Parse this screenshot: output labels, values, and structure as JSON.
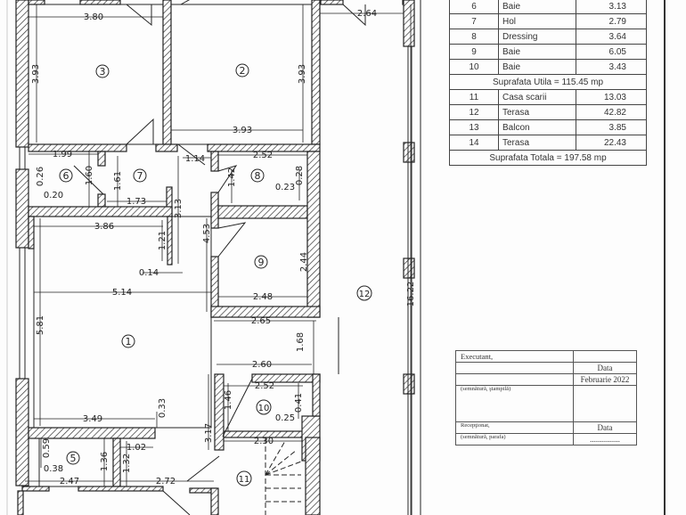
{
  "plan": {
    "rooms": [
      {
        "id": "1",
        "label": "1"
      },
      {
        "id": "2",
        "label": "2"
      },
      {
        "id": "3",
        "label": "3"
      },
      {
        "id": "5",
        "label": "5"
      },
      {
        "id": "6",
        "label": "6"
      },
      {
        "id": "7",
        "label": "7"
      },
      {
        "id": "8",
        "label": "8"
      },
      {
        "id": "9",
        "label": "9"
      },
      {
        "id": "10",
        "label": "10"
      },
      {
        "id": "11",
        "label": "11"
      },
      {
        "id": "12",
        "label": "12"
      }
    ],
    "dimensions": {
      "r3_width": "3.80",
      "r3_height": "3.93",
      "r2_height": "3.93",
      "r2_width": "3.93",
      "r12_top_width": "2.64",
      "r6_width": "1.99",
      "r6_d1": "0.26",
      "r6_d2": "0.20",
      "r6_door": "1.60",
      "r7_height": "1.61",
      "r7_width": "1.73",
      "r7_gap": "1.14",
      "r7_wall": "3.13",
      "r1_top": "3.86",
      "r1_wall": "1.21",
      "r1_gap": "0.14",
      "r1_width": "5.14",
      "r1_height": "5.81",
      "r1_bottom": "3.49",
      "r1_offset": "0.33",
      "r8_width": "2.52",
      "r8_door": "1.42",
      "r8_d1": "0.23",
      "r8_d2": "0.28",
      "r89_height": "4.53",
      "r9_height": "2.44",
      "r9_width": "2.48",
      "r9_outer": "2.65",
      "r10_gap": "1.68",
      "r10_outer": "2.60",
      "r10_width": "2.52",
      "r10_door": "1.46",
      "r10_d1": "0.41",
      "r10_d2": "0.25",
      "r11_height": "3.17",
      "r11_width": "2.30",
      "r5_d1": "0.59",
      "r5_d2": "0.38",
      "r5_height": "1.36",
      "r5_width": "2.47",
      "r5_side": "1.32",
      "r5_door": "1.02",
      "hall_width": "2.72",
      "r12_length": "16.22"
    }
  },
  "area_table": {
    "rows": [
      {
        "num": "6",
        "name": "Baie",
        "area": "3.13"
      },
      {
        "num": "7",
        "name": "Hol",
        "area": "2.79"
      },
      {
        "num": "8",
        "name": "Dressing",
        "area": "3.64"
      },
      {
        "num": "9",
        "name": "Baie",
        "area": "6.05"
      },
      {
        "num": "10",
        "name": "Baie",
        "area": "3.43"
      }
    ],
    "useful_total": "Suprafata Utila =  115.45 mp",
    "extra_rows": [
      {
        "num": "11",
        "name": "Casa scarii",
        "area": "13.03"
      },
      {
        "num": "12",
        "name": "Terasa",
        "area": "42.82"
      },
      {
        "num": "13",
        "name": "Balcon",
        "area": "3.85"
      },
      {
        "num": "14",
        "name": "Terasa",
        "area": "22.43"
      }
    ],
    "grand_total": "Suprafata Totala = 197.58 mp"
  },
  "title_block": {
    "executant": "Executant,",
    "date_label": "Data",
    "date_value": "Februarie 2022",
    "sign_stamp": "(semnătură, ştampilă)",
    "receptionat": "Recepţionat,",
    "date_label2": "Data",
    "sign_parafa": "(semnătură, parafa)",
    "date_blank": "..............."
  }
}
